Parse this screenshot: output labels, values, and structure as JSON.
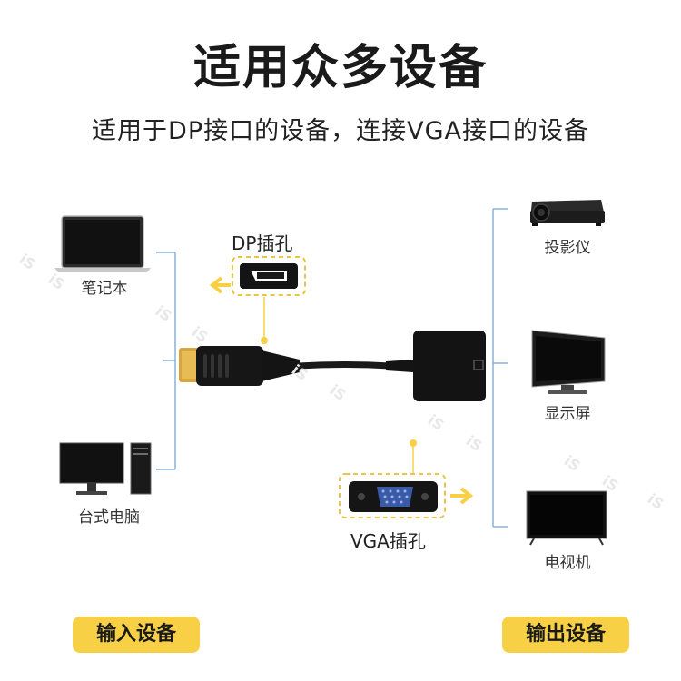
{
  "header": {
    "title": "适用众多设备",
    "subtitle": "适用于DP接口的设备，连接VGA接口的设备"
  },
  "input_devices": [
    {
      "label": "笔记本",
      "icon": "laptop-icon"
    },
    {
      "label": "台式电脑",
      "icon": "desktop-computer-icon"
    }
  ],
  "output_devices": [
    {
      "label": "投影仪",
      "icon": "projector-icon"
    },
    {
      "label": "显示屏",
      "icon": "monitor-icon"
    },
    {
      "label": "电视机",
      "icon": "tv-icon"
    }
  ],
  "ports": {
    "dp_label": "DP插孔",
    "vga_label": "VGA插孔"
  },
  "buttons": {
    "input_label": "输入设备",
    "output_label": "输出设备"
  },
  "watermark": "iS",
  "colors": {
    "accent": "#f7d046",
    "line": "#8ab0d8",
    "dashed": "#e8c44a"
  }
}
